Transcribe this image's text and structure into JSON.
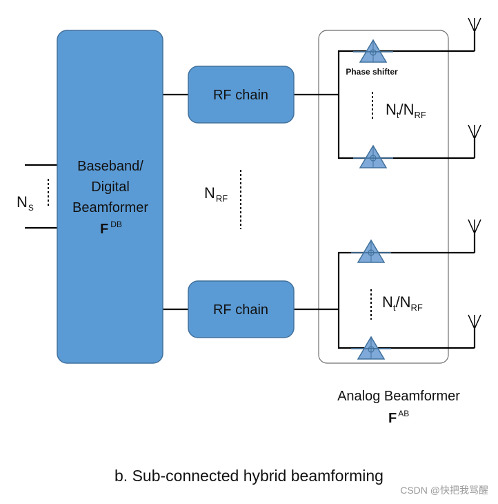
{
  "baseband": {
    "line1": "Baseband/",
    "line2": "Digital",
    "line3": "Beamformer",
    "matrix": "F",
    "matrix_sup": "DB"
  },
  "streams": {
    "symbol": "N",
    "sub": "S"
  },
  "rf_chain_top": "RF chain",
  "rf_chain_bottom": "RF chain",
  "rf_count": {
    "symbol": "N",
    "sub": "RF"
  },
  "phase_shifter_label": "Phase shifter",
  "antennas_per_rf_top": {
    "n": "N",
    "n_sub": "t",
    "slash": "/",
    "d": "N",
    "d_sub": "RF"
  },
  "antennas_per_rf_bottom": {
    "n": "N",
    "n_sub": "t",
    "slash": "/",
    "d": "N",
    "d_sub": "RF"
  },
  "analog": {
    "title": "Analog Beamformer",
    "matrix": "F",
    "matrix_sup": "AB"
  },
  "caption": "b. Sub-connected hybrid beamforming",
  "watermark": "CSDN @快把我骂醒",
  "colors": {
    "block_fill": "#5b9bd5",
    "block_stroke": "#41719c",
    "shifter_fill": "#7ea9d8",
    "line": "#000000"
  }
}
